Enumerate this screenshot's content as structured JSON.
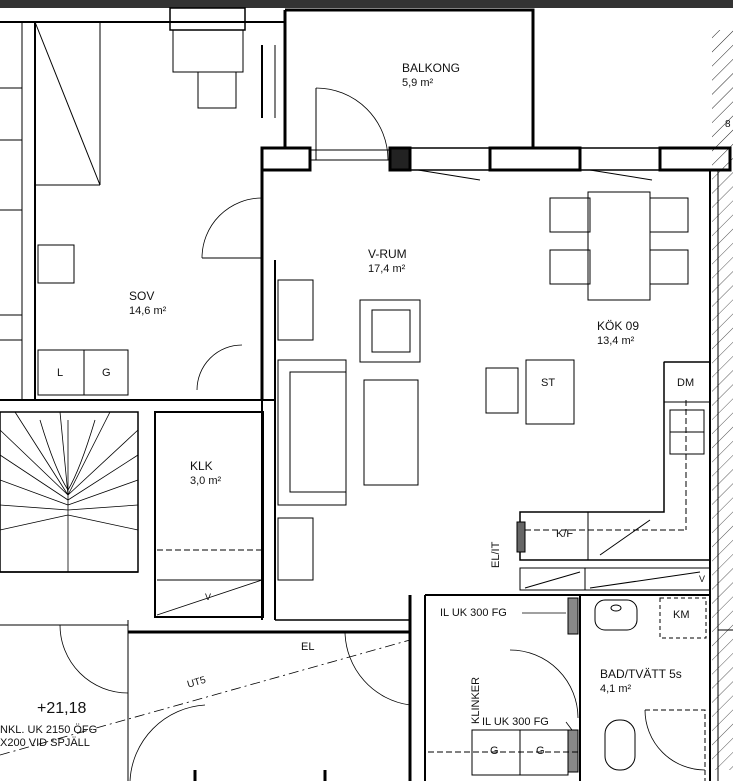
{
  "rooms": {
    "balkong": {
      "name": "BALKONG",
      "area": "5,9 m²"
    },
    "vrum": {
      "name": "V-RUM",
      "area": "17,4 m²"
    },
    "sov": {
      "name": "SOV",
      "area": "14,6 m²"
    },
    "kok": {
      "name": "KÖK 09",
      "area": "13,4 m²"
    },
    "klk": {
      "name": "KLK",
      "area": "3,0 m²"
    },
    "bad": {
      "name": "BAD/TVÄTT 5s",
      "area": "4,1 m²"
    }
  },
  "fixtures": {
    "l": "L",
    "g": "G",
    "st": "ST",
    "dm": "DM",
    "kf": "K/F",
    "km": "KM",
    "v_klk": "V",
    "v_kok": "V",
    "g_bath_1": "G",
    "g_bath_2": "G"
  },
  "annotations": {
    "el_it": "EL/IT",
    "il_uk_1": "IL UK 300 FG",
    "il_uk_2": "IL UK 300 FG",
    "klinker": "KLINKER",
    "el": "EL",
    "ut5": "UT5",
    "elevation": "+21,18",
    "nkl_line1": "NKL. UK 2150 ÖFG",
    "nkl_line2": "X200 VID SPJÄLL",
    "edge_8": "8"
  }
}
